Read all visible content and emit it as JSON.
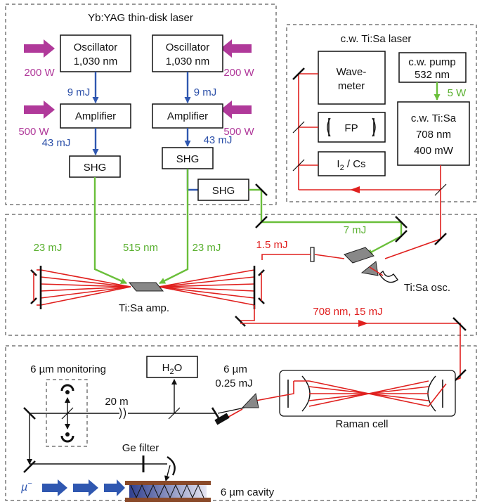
{
  "sections": {
    "yb_title": "Yb:YAG thin-disk laser",
    "cw_title": "c.w. Ti:Sa laser"
  },
  "yb": {
    "osc1": {
      "line1": "Oscillator",
      "line2": "1,030 nm"
    },
    "osc2": {
      "line1": "Oscillator",
      "line2": "1,030 nm"
    },
    "amp1": "Amplifier",
    "amp2": "Amplifier",
    "shg1": "SHG",
    "shg2": "SHG",
    "shg3": "SHG",
    "pump_osc_left": "200 W",
    "pump_osc_right": "200 W",
    "pump_amp_left": "500 W",
    "pump_amp_right": "500 W",
    "energy_osc_left": "9 mJ",
    "energy_osc_right": "9 mJ",
    "energy_amp_left": "43 mJ",
    "energy_amp_right": "43 mJ"
  },
  "cw": {
    "wavemeter": {
      "line1": "Wave-",
      "line2": "meter"
    },
    "fp": "FP",
    "i2cs": {
      "main": "I",
      "sub": "2",
      "rest": " / Cs"
    },
    "pump": {
      "line1": "c.w. pump",
      "line2": "532 nm"
    },
    "pump_power": "5 W",
    "tisa": {
      "line1": "c.w. Ti:Sa",
      "line2": "708  nm",
      "line3": "400 mW"
    }
  },
  "amp_section": {
    "e_left": "23 mJ",
    "wavelength": "515 nm",
    "e_right": "23 mJ",
    "e_green": "7 mJ",
    "e_red": "1.5 mJ",
    "osc_label": "Ti:Sa osc.",
    "amp_label": "Ti:Sa amp.",
    "out_label": "708 nm, 15 mJ"
  },
  "raman_section": {
    "monitoring": "6 µm monitoring",
    "h2o": {
      "main": "H",
      "sub": "2",
      "rest": "O"
    },
    "distance": "20 m",
    "out_line1": "6 µm",
    "out_line2": "0.25 mJ",
    "raman_label": "Raman cell",
    "ge_filter": "Ge filter",
    "muon": "µ",
    "muon_sup": "−",
    "cavity": "6 µm cavity"
  },
  "colors": {
    "red_beam": "#e0201e",
    "green_beam": "#6abf3a",
    "blue_beam": "#2f57b0",
    "pump_arrow": "#b0399a",
    "muon_arrow": "#2f57b0"
  }
}
